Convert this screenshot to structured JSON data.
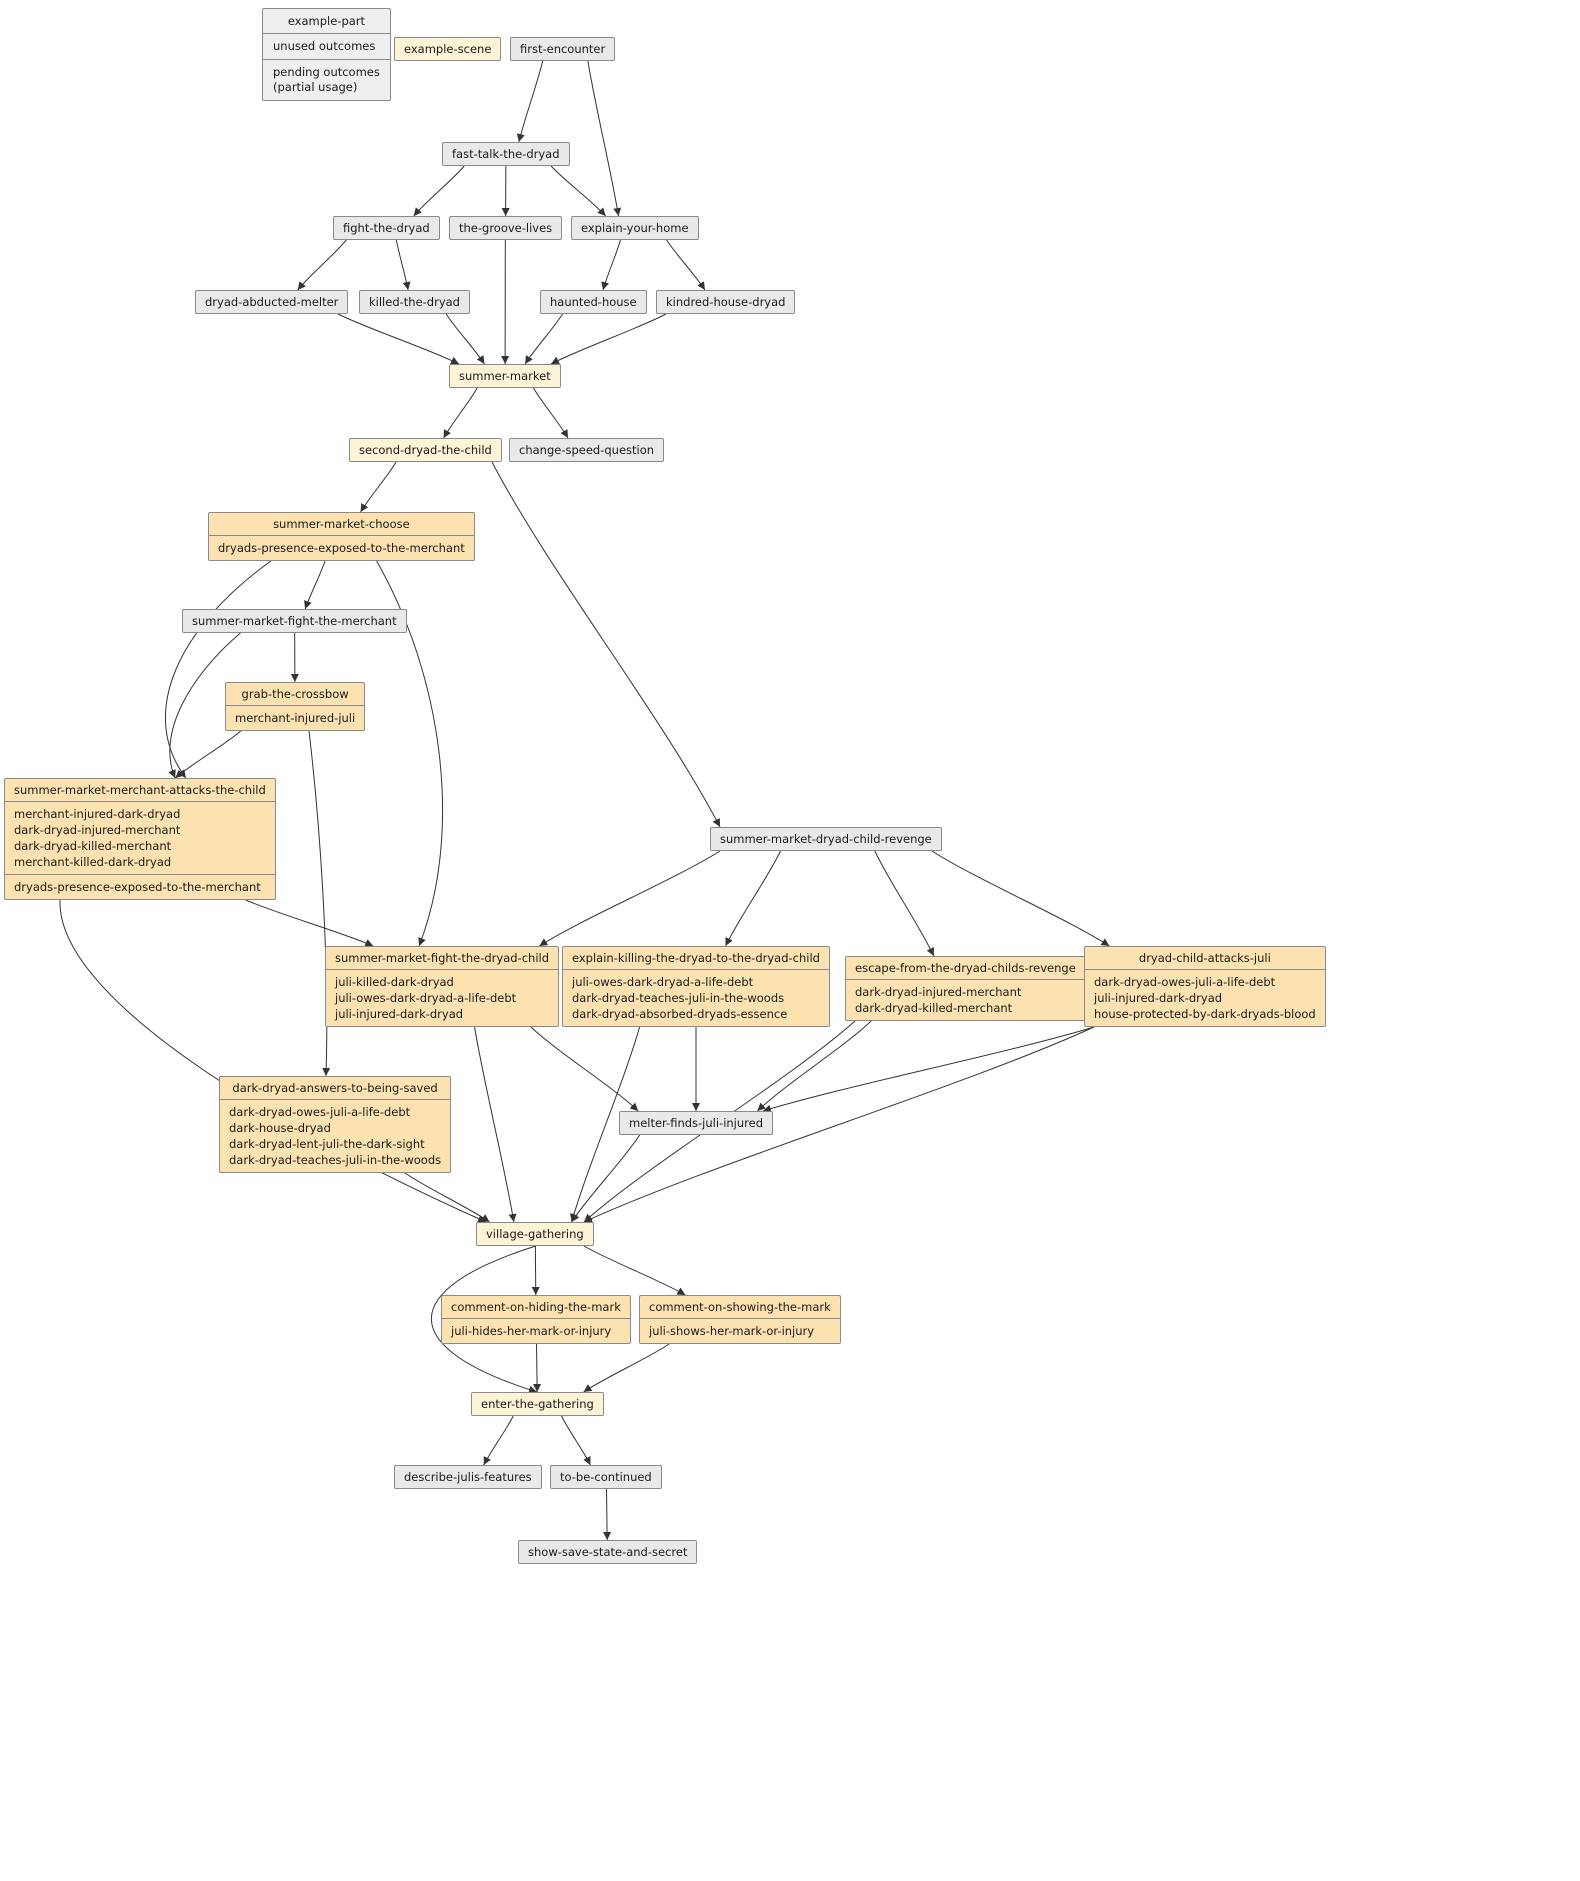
{
  "diagram": {
    "legend": {
      "title": "example-part",
      "unused_label": "unused outcomes",
      "pending_label": "pending outcomes\n(partial usage)"
    },
    "colors": {
      "part_bg": "#e9e9e9",
      "scene_bg": "#fdf3d6",
      "outcome_bg": "#fce2b0",
      "node_border": "#8a8a8a",
      "edge": "#333333"
    },
    "nodes": [
      {
        "id": "example-scene",
        "label": "example-scene",
        "kind": "scene"
      },
      {
        "id": "first-encounter",
        "label": "first-encounter",
        "kind": "part"
      },
      {
        "id": "fast-talk-the-dryad",
        "label": "fast-talk-the-dryad",
        "kind": "part"
      },
      {
        "id": "fight-the-dryad",
        "label": "fight-the-dryad",
        "kind": "part"
      },
      {
        "id": "the-groove-lives",
        "label": "the-groove-lives",
        "kind": "part"
      },
      {
        "id": "explain-your-home",
        "label": "explain-your-home",
        "kind": "part"
      },
      {
        "id": "dryad-abducted-melter",
        "label": "dryad-abducted-melter",
        "kind": "part"
      },
      {
        "id": "killed-the-dryad",
        "label": "killed-the-dryad",
        "kind": "part"
      },
      {
        "id": "haunted-house",
        "label": "haunted-house",
        "kind": "part"
      },
      {
        "id": "kindred-house-dryad",
        "label": "kindred-house-dryad",
        "kind": "part"
      },
      {
        "id": "summer-market",
        "label": "summer-market",
        "kind": "scene"
      },
      {
        "id": "second-dryad-the-child",
        "label": "second-dryad-the-child",
        "kind": "scene"
      },
      {
        "id": "change-speed-question",
        "label": "change-speed-question",
        "kind": "part"
      },
      {
        "id": "summer-market-choose",
        "label": "summer-market-choose",
        "kind": "outcome",
        "groups": [
          [
            "dryads-presence-exposed-to-the-merchant"
          ]
        ]
      },
      {
        "id": "summer-market-fight-the-merchant",
        "label": "summer-market-fight-the-merchant",
        "kind": "part"
      },
      {
        "id": "grab-the-crossbow",
        "label": "grab-the-crossbow",
        "kind": "outcome",
        "groups": [
          [
            "merchant-injured-juli"
          ]
        ]
      },
      {
        "id": "summer-market-merchant-attacks-the-child",
        "label": "summer-market-merchant-attacks-the-child",
        "kind": "outcome",
        "groups": [
          [
            "merchant-injured-dark-dryad",
            "dark-dryad-injured-merchant",
            "dark-dryad-killed-merchant",
            "merchant-killed-dark-dryad"
          ],
          [
            "dryads-presence-exposed-to-the-merchant"
          ]
        ]
      },
      {
        "id": "summer-market-dryad-child-revenge",
        "label": "summer-market-dryad-child-revenge",
        "kind": "part"
      },
      {
        "id": "summer-market-fight-the-dryad-child",
        "label": "summer-market-fight-the-dryad-child",
        "kind": "outcome",
        "groups": [
          [
            "juli-killed-dark-dryad",
            "juli-owes-dark-dryad-a-life-debt",
            "juli-injured-dark-dryad"
          ]
        ]
      },
      {
        "id": "explain-killing-the-dryad-to-the-dryad-child",
        "label": "explain-killing-the-dryad-to-the-dryad-child",
        "kind": "outcome",
        "groups": [
          [
            "juli-owes-dark-dryad-a-life-debt",
            "dark-dryad-teaches-juli-in-the-woods",
            "dark-dryad-absorbed-dryads-essence"
          ]
        ]
      },
      {
        "id": "escape-from-the-dryad-childs-revenge",
        "label": "escape-from-the-dryad-childs-revenge",
        "kind": "outcome",
        "groups": [
          [
            "dark-dryad-injured-merchant",
            "dark-dryad-killed-merchant"
          ]
        ]
      },
      {
        "id": "dryad-child-attacks-juli",
        "label": "dryad-child-attacks-juli",
        "kind": "outcome",
        "groups": [
          [
            "dark-dryad-owes-juli-a-life-debt",
            "juli-injured-dark-dryad",
            "house-protected-by-dark-dryads-blood"
          ]
        ]
      },
      {
        "id": "dark-dryad-answers-to-being-saved",
        "label": "dark-dryad-answers-to-being-saved",
        "kind": "outcome",
        "groups": [
          [
            "dark-dryad-owes-juli-a-life-debt",
            "dark-house-dryad",
            "dark-dryad-lent-juli-the-dark-sight",
            "dark-dryad-teaches-juli-in-the-woods"
          ]
        ]
      },
      {
        "id": "melter-finds-juli-injured",
        "label": "melter-finds-juli-injured",
        "kind": "part"
      },
      {
        "id": "village-gathering",
        "label": "village-gathering",
        "kind": "scene"
      },
      {
        "id": "comment-on-hiding-the-mark",
        "label": "comment-on-hiding-the-mark",
        "kind": "outcome",
        "groups": [
          [
            "juli-hides-her-mark-or-injury"
          ]
        ]
      },
      {
        "id": "comment-on-showing-the-mark",
        "label": "comment-on-showing-the-mark",
        "kind": "outcome",
        "groups": [
          [
            "juli-shows-her-mark-or-injury"
          ]
        ]
      },
      {
        "id": "enter-the-gathering",
        "label": "enter-the-gathering",
        "kind": "scene"
      },
      {
        "id": "describe-julis-features",
        "label": "describe-julis-features",
        "kind": "part"
      },
      {
        "id": "to-be-continued",
        "label": "to-be-continued",
        "kind": "part"
      },
      {
        "id": "show-save-state-and-secret",
        "label": "show-save-state-and-secret",
        "kind": "part"
      }
    ],
    "edges": [
      [
        "first-encounter",
        "fast-talk-the-dryad"
      ],
      [
        "first-encounter",
        "explain-your-home"
      ],
      [
        "fast-talk-the-dryad",
        "fight-the-dryad"
      ],
      [
        "fast-talk-the-dryad",
        "the-groove-lives"
      ],
      [
        "fast-talk-the-dryad",
        "explain-your-home"
      ],
      [
        "fight-the-dryad",
        "dryad-abducted-melter"
      ],
      [
        "fight-the-dryad",
        "killed-the-dryad"
      ],
      [
        "explain-your-home",
        "haunted-house"
      ],
      [
        "explain-your-home",
        "kindred-house-dryad"
      ],
      [
        "dryad-abducted-melter",
        "summer-market"
      ],
      [
        "killed-the-dryad",
        "summer-market"
      ],
      [
        "the-groove-lives",
        "summer-market"
      ],
      [
        "haunted-house",
        "summer-market"
      ],
      [
        "kindred-house-dryad",
        "summer-market"
      ],
      [
        "summer-market",
        "second-dryad-the-child"
      ],
      [
        "summer-market",
        "change-speed-question"
      ],
      [
        "second-dryad-the-child",
        "summer-market-choose"
      ],
      [
        "second-dryad-the-child",
        "summer-market-dryad-child-revenge"
      ],
      [
        "summer-market-choose",
        "summer-market-fight-the-merchant"
      ],
      [
        "summer-market-choose",
        "summer-market-merchant-attacks-the-child"
      ],
      [
        "summer-market-choose",
        "summer-market-fight-the-dryad-child"
      ],
      [
        "summer-market-fight-the-merchant",
        "grab-the-crossbow"
      ],
      [
        "summer-market-fight-the-merchant",
        "summer-market-merchant-attacks-the-child"
      ],
      [
        "grab-the-crossbow",
        "summer-market-merchant-attacks-the-child"
      ],
      [
        "grab-the-crossbow",
        "dark-dryad-answers-to-being-saved"
      ],
      [
        "summer-market-merchant-attacks-the-child",
        "summer-market-fight-the-dryad-child"
      ],
      [
        "summer-market-merchant-attacks-the-child",
        "village-gathering"
      ],
      [
        "summer-market-dryad-child-revenge",
        "summer-market-fight-the-dryad-child"
      ],
      [
        "summer-market-dryad-child-revenge",
        "explain-killing-the-dryad-to-the-dryad-child"
      ],
      [
        "summer-market-dryad-child-revenge",
        "escape-from-the-dryad-childs-revenge"
      ],
      [
        "summer-market-dryad-child-revenge",
        "dryad-child-attacks-juli"
      ],
      [
        "summer-market-fight-the-dryad-child",
        "melter-finds-juli-injured"
      ],
      [
        "summer-market-fight-the-dryad-child",
        "village-gathering"
      ],
      [
        "explain-killing-the-dryad-to-the-dryad-child",
        "melter-finds-juli-injured"
      ],
      [
        "explain-killing-the-dryad-to-the-dryad-child",
        "village-gathering"
      ],
      [
        "escape-from-the-dryad-childs-revenge",
        "melter-finds-juli-injured"
      ],
      [
        "escape-from-the-dryad-childs-revenge",
        "village-gathering"
      ],
      [
        "dryad-child-attacks-juli",
        "melter-finds-juli-injured"
      ],
      [
        "dryad-child-attacks-juli",
        "village-gathering"
      ],
      [
        "dark-dryad-answers-to-being-saved",
        "village-gathering"
      ],
      [
        "melter-finds-juli-injured",
        "village-gathering"
      ],
      [
        "village-gathering",
        "comment-on-hiding-the-mark"
      ],
      [
        "village-gathering",
        "comment-on-showing-the-mark"
      ],
      [
        "village-gathering",
        "enter-the-gathering"
      ],
      [
        "comment-on-hiding-the-mark",
        "enter-the-gathering"
      ],
      [
        "comment-on-showing-the-mark",
        "enter-the-gathering"
      ],
      [
        "enter-the-gathering",
        "describe-julis-features"
      ],
      [
        "enter-the-gathering",
        "to-be-continued"
      ],
      [
        "to-be-continued",
        "show-save-state-and-secret"
      ]
    ]
  }
}
